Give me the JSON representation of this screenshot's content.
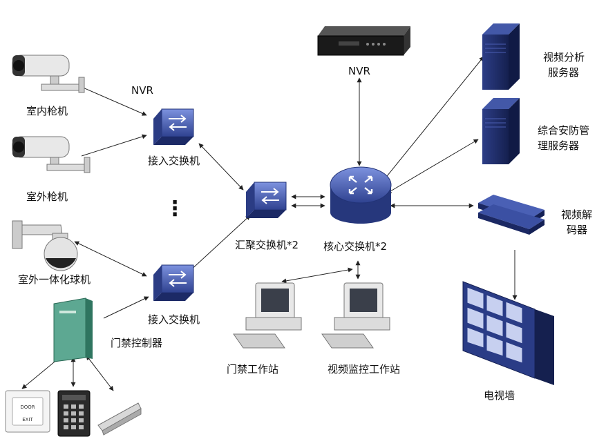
{
  "labels": {
    "indoor_camera": "室内枪机",
    "outdoor_camera": "室外枪机",
    "dome_camera": "室外一体化球机",
    "access_controller": "门禁控制器",
    "nvr_left": "NVR",
    "nvr_top": "NVR",
    "access_switch_1": "接入交换机",
    "access_switch_2": "接入交换机",
    "aggregation_switch": "汇聚交换机*2",
    "core_switch": "核心交换机*2",
    "video_analysis_server_line1": "视频分析",
    "video_analysis_server_line2": "服务器",
    "security_mgmt_server_line1": "综合安防管",
    "security_mgmt_server_line2": "理服务器",
    "video_decoder_line1": "视频解",
    "video_decoder_line2": "码器",
    "video_wall": "电视墙",
    "access_workstation": "门禁工作站",
    "video_workstation": "视频监控工作站",
    "ellipsis": "⋮",
    "door_exit_button_line1": "DOOR",
    "door_exit_button_line2": "EXIT"
  },
  "colors": {
    "switch_blue": "#3a4fa0",
    "switch_light": "#6f86d6",
    "server_navy": "#1f2d6b",
    "controller_green": "#3f8f7a",
    "line": "#222222"
  },
  "icons": {
    "camera": "bullet-camera-icon",
    "dome": "dome-camera-icon",
    "switch": "network-switch-icon",
    "router": "core-router-icon",
    "server": "tower-server-icon",
    "decoder": "rack-decoder-icon",
    "wall": "video-wall-icon",
    "workstation": "desktop-computer-icon",
    "nvr": "nvr-recorder-icon"
  }
}
